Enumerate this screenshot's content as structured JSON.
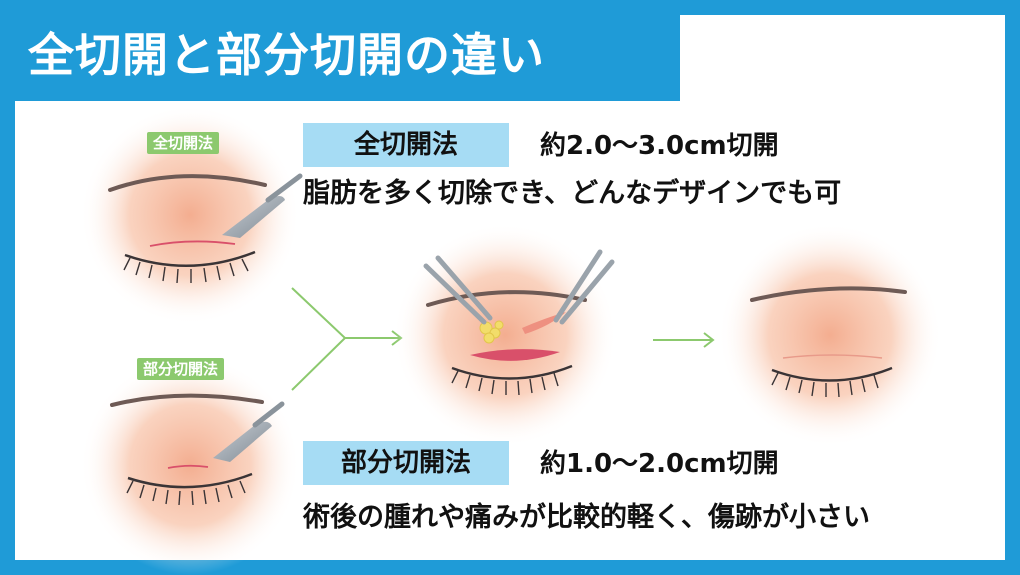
{
  "title": "全切開と部分切開の違い",
  "tags": {
    "full": "全切開法",
    "partial": "部分切開法"
  },
  "full_method": {
    "name": "全切開法",
    "length": "約2.0〜3.0cm切開",
    "description": "脂肪を多く切除でき、どんなデザインでも可"
  },
  "partial_method": {
    "name": "部分切開法",
    "length": "約1.0〜2.0cm切開",
    "description": "術後の腫れや痛みが比較的軽く、傷跡が小さい"
  },
  "colors": {
    "frame_blue": "#1f9bd7",
    "label_blue": "#a6dcf4",
    "tag_green": "#8cc96e",
    "arrow_green": "#8cc96e",
    "skin": "#f6b99a",
    "incision_red": "#d9506a"
  }
}
